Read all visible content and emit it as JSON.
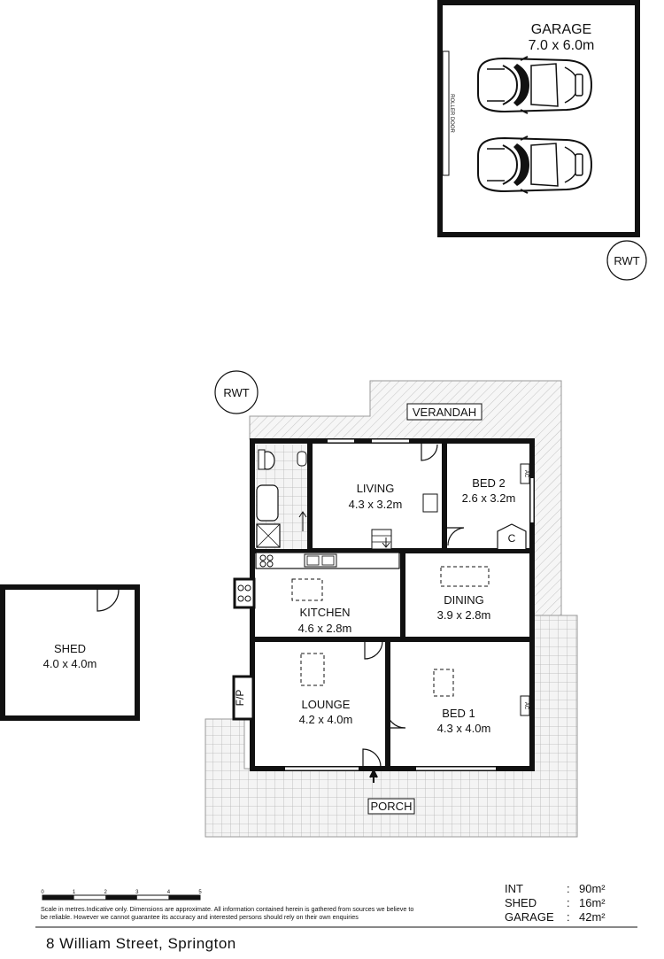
{
  "rooms": {
    "garage": {
      "name": "GARAGE",
      "dims": "7.0 x 6.0m"
    },
    "roller_door": "ROLLER DOOR",
    "rwt": "RWT",
    "verandah": "VERANDAH",
    "living": {
      "name": "LIVING",
      "dims": "4.3 x 3.2m"
    },
    "bed2": {
      "name": "BED 2",
      "dims": "2.6 x 3.2m"
    },
    "cupboard": "C",
    "ac": "AC",
    "kitchen": {
      "name": "KITCHEN",
      "dims": "4.6 x 2.8m"
    },
    "dining": {
      "name": "DINING",
      "dims": "3.9 x 2.8m"
    },
    "shed": {
      "name": "SHED",
      "dims": "4.0 x 4.0m"
    },
    "lounge": {
      "name": "LOUNGE",
      "dims": "4.2 x 4.0m"
    },
    "fp": "F/P",
    "bed1": {
      "name": "BED 1",
      "dims": "4.3 x 4.0m"
    },
    "porch": "PORCH"
  },
  "scale": {
    "ticks": [
      "0",
      "1",
      "2",
      "3",
      "4",
      "5"
    ]
  },
  "disclaimer": "Scale in metres.Indicative only. Dimensions are approximate. All information contained herein is gathered from sources we believe to be reliable. However we cannot guarantee its accuracy and interested persons should rely on their own enquiries",
  "areas": [
    {
      "label": "INT",
      "value": "90m²"
    },
    {
      "label": "SHED",
      "value": "16m²"
    },
    {
      "label": "GARAGE",
      "value": "42m²"
    }
  ],
  "address": "8 William Street, Springton"
}
